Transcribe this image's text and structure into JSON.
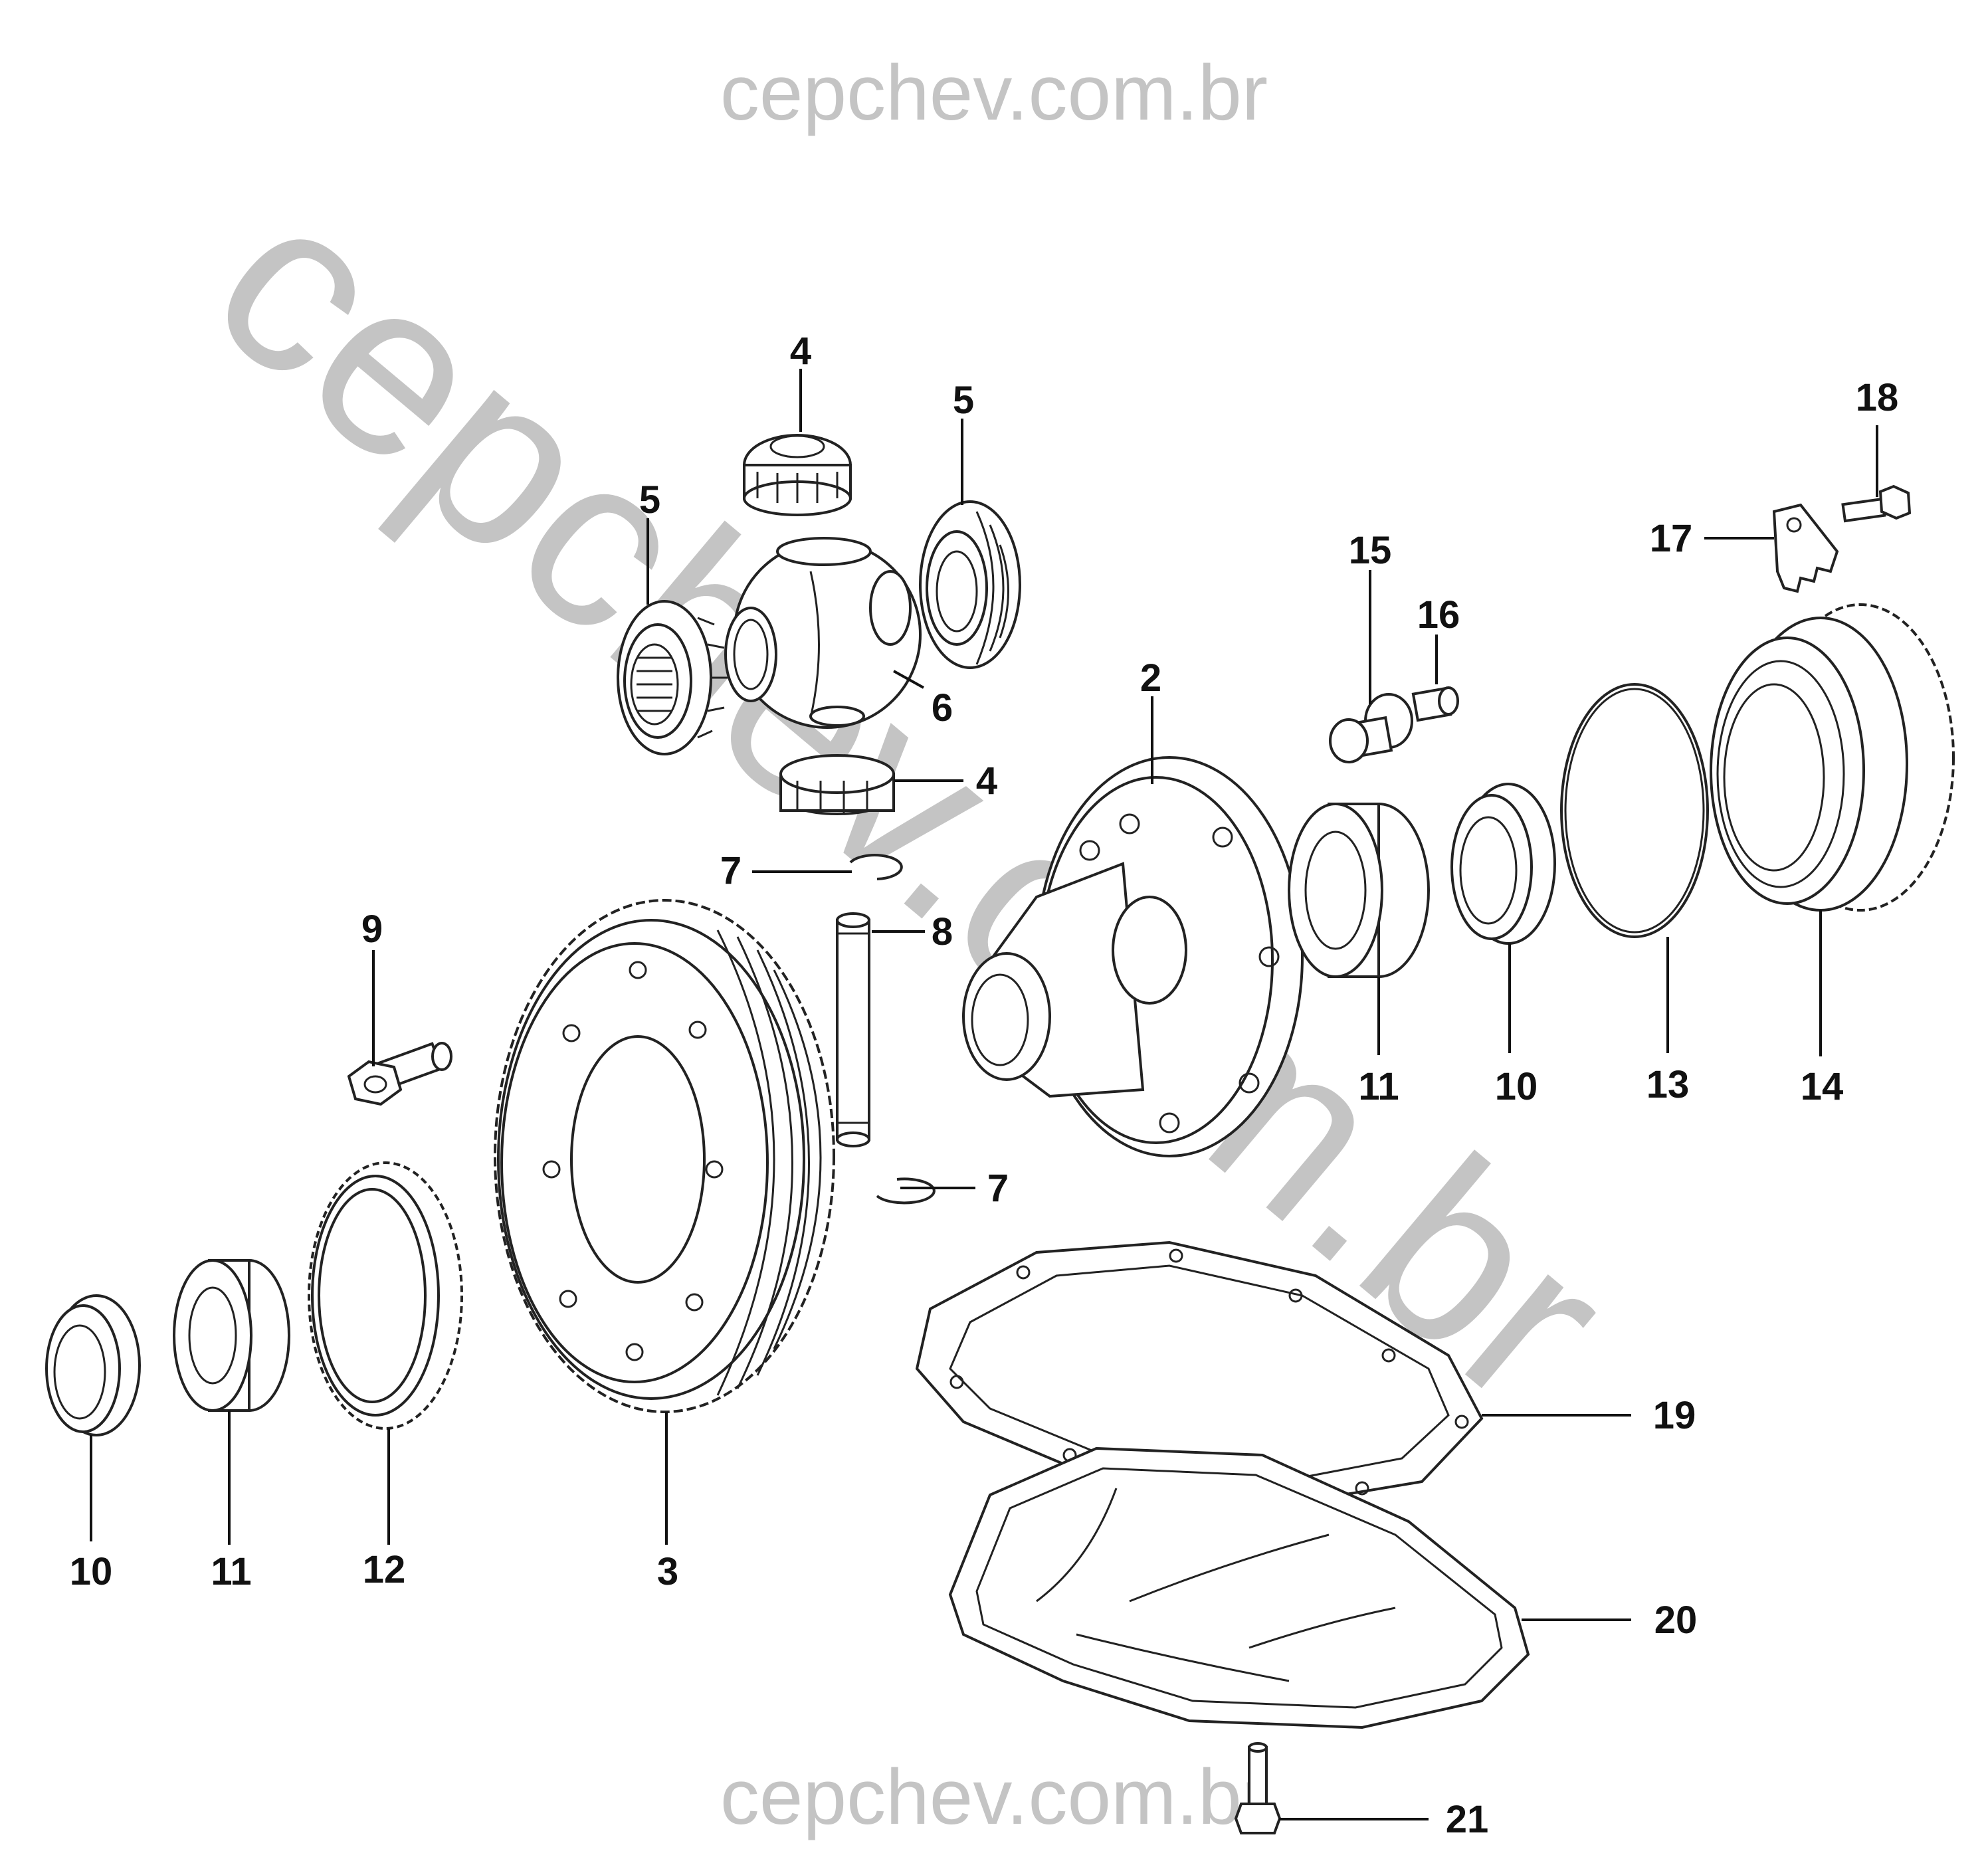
{
  "watermarks": {
    "top": "cepchev.com.br",
    "bottom": "cepchev.com.br",
    "diagonal": "cepchev.com.br"
  },
  "colors": {
    "watermark": "#c4c4c4",
    "line": "#222222",
    "background": "#ffffff"
  },
  "callouts": [
    "4",
    "5",
    "5",
    "6",
    "4",
    "7",
    "8",
    "7",
    "9",
    "3",
    "2",
    "15",
    "16",
    "11",
    "10",
    "13",
    "14",
    "17",
    "18",
    "10",
    "11",
    "12",
    "19",
    "20",
    "21"
  ]
}
